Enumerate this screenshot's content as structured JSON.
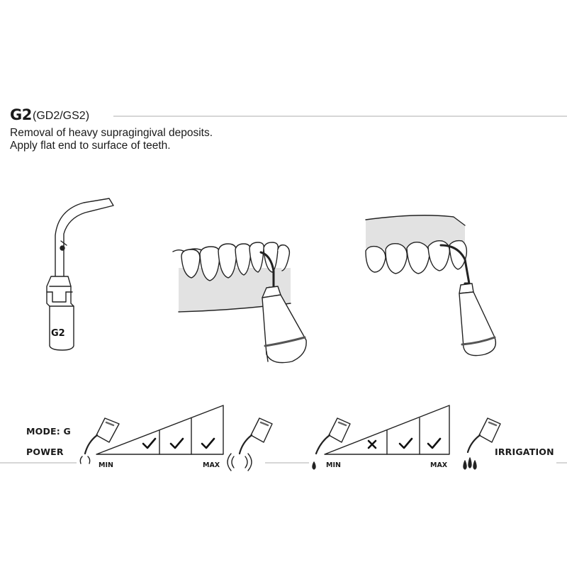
{
  "header": {
    "code": "G2",
    "variants": "(GD2/GS2)",
    "description": [
      "Removal of heavy supragingival deposits.",
      "Apply flat end to surface of teeth."
    ]
  },
  "tip_label": "G2",
  "power": {
    "mode_label": "MODE: G",
    "label": "POWER",
    "min_label": "MIN",
    "max_label": "MAX",
    "levels": [
      "check",
      "check",
      "check"
    ]
  },
  "irrigation": {
    "label": "IRRIGATION",
    "min_label": "MIN",
    "max_label": "MAX",
    "levels": [
      "cross",
      "check",
      "check"
    ]
  },
  "colors": {
    "gum": "#e2e2e2",
    "rule": "#d6d6d6",
    "stroke": "#222222"
  }
}
